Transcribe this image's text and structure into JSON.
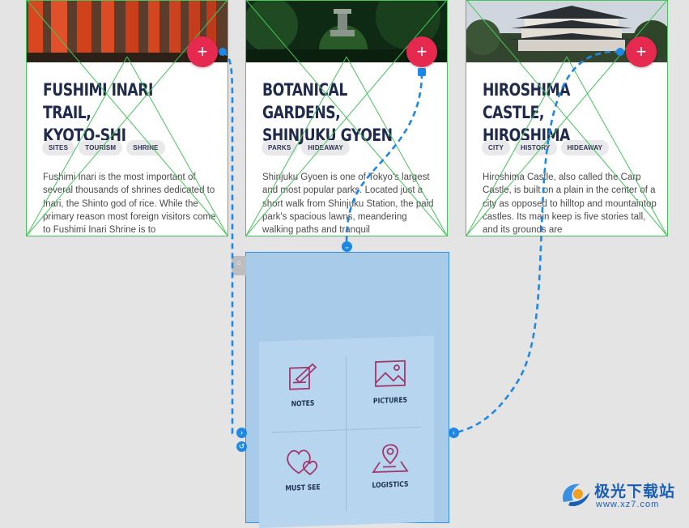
{
  "cards": [
    {
      "title": "FUSHIMI INARI TRAIL,\nKYOTO-SHI",
      "tags": [
        "SITES",
        "TOURISM",
        "SHRINE"
      ],
      "description": "Fushimi Inari is the most important of several thousands of shrines dedicated to Inari, the Shinto god of rice. While the primary reason most foreign visitors come to Fushimi Inari Shrine is to",
      "add_label": "+"
    },
    {
      "title": "BOTANICAL GARDENS,\nSHINJUKU GYOEN",
      "tags": [
        "PARKS",
        "HIDEAWAY"
      ],
      "description": "Shinjuku Gyoen is one of Tokyo's largest and most popular parks. Located just a short walk from Shinjuku Station, the paid park's spacious lawns, meandering walking paths and tranquil",
      "add_label": "+"
    },
    {
      "title": "HIROSHIMA CASTLE,\nHIROSHIMA",
      "tags": [
        "CITY",
        "HISTORY",
        "HIDEAWAY"
      ],
      "description": "Hiroshima Castle, also called the Carp Castle, is built on a plain in the center of a city as opposed to hilltop and mountaintop castles. Its main keep is five stories tall, and its grounds are",
      "add_label": "+"
    }
  ],
  "menu": {
    "items": [
      {
        "label": "NOTES",
        "icon": "notes-icon"
      },
      {
        "label": "PICTURES",
        "icon": "pictures-icon"
      },
      {
        "label": "MUST SEE",
        "icon": "hearts-icon"
      },
      {
        "label": "LOGISTICS",
        "icon": "map-pin-icon"
      }
    ]
  },
  "watermark": {
    "title": "极光下载站",
    "url": "www.xz7.com"
  },
  "colors": {
    "accent": "#e5294f",
    "wire": "#1e88e5",
    "artboard": "#a7cbe8",
    "title_text": "#1f2a4d",
    "icon_stroke": "#a1386a",
    "guide": "#45c65a"
  }
}
